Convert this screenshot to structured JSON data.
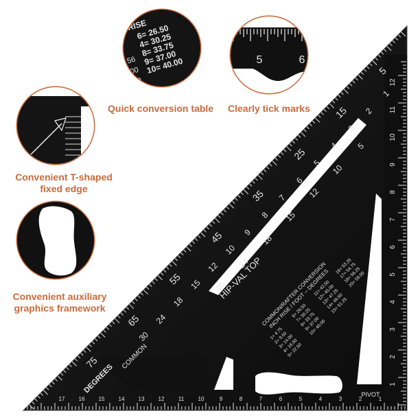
{
  "accent_color": "#c96a3b",
  "features": [
    {
      "label": "Quick conversion table"
    },
    {
      "label": "Clearly tick marks"
    },
    {
      "label": "Convenient T-shaped\nfixed edge"
    },
    {
      "label": "Convenient auxiliary\ngraphics framework"
    }
  ],
  "bubble_rise_table": {
    "header": "RISE",
    "rows": [
      "6= 26.50",
      "4= 30.25",
      "8= 33.75",
      "9= 37.00",
      "10= 40.00"
    ],
    "side_values": [
      "56",
      "00",
      "00"
    ]
  },
  "bubble_ticks": {
    "numbers": [
      "5",
      "6"
    ]
  },
  "square": {
    "hypotenuse_numbers_outer": [
      "5",
      "15",
      "25",
      "35",
      "45",
      "55",
      "65",
      "75"
    ],
    "hypotenuse_numbers_inner": [
      "1",
      "2",
      "3",
      "4",
      "5",
      "6",
      "7",
      "8",
      "9",
      "10",
      "12",
      "15",
      "18",
      "24",
      "30"
    ],
    "hypotenuse_numbers_mid": [
      "5",
      "10",
      "12",
      "15",
      "18",
      "24",
      "30"
    ],
    "degrees_label": "DEGREES",
    "common_label": "COMMON",
    "hipval_label": "HIP-VAL TOP",
    "pivot_label": "PIVOT",
    "table_header": "COMMON/RAFTER CONVERSION",
    "table_sub": "INCH RISE / FOOT -- DEGREES",
    "table_rows": [
      "1= 4.75",
      "2= 9.50",
      "3= 14.00",
      "4= 18.50",
      "5= 22.50",
      "6= 26.50",
      "7= 30.25",
      "8= 33.75",
      "9= 37.00",
      "10= 40.00",
      "11= 42.50",
      "12= 45.00",
      "13= 47.25",
      "14= 49.50",
      "15= 51.25",
      "16= 53.25",
      "17= 54.75",
      "18= 56.25",
      "20= 59.00"
    ],
    "vertical_numbers": [
      "1",
      "2",
      "3",
      "4",
      "5",
      "6",
      "7",
      "8",
      "9",
      "10",
      "11",
      "12"
    ],
    "bottom_numbers": [
      "1",
      "2",
      "3",
      "4",
      "5",
      "6",
      "7",
      "8",
      "9",
      "10",
      "11",
      "12",
      "13",
      "14",
      "15",
      "16",
      "17"
    ]
  }
}
